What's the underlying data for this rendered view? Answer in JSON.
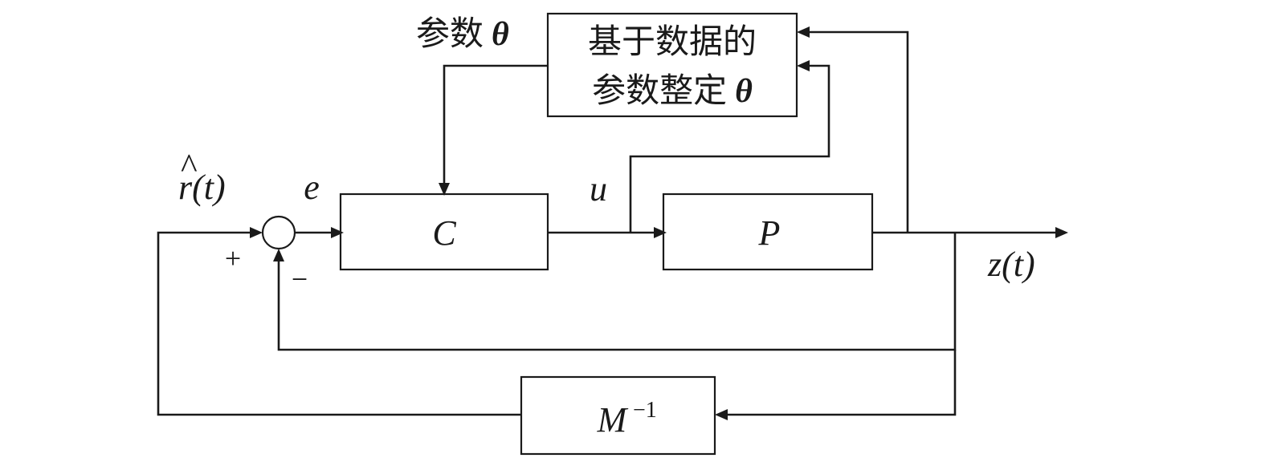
{
  "blocks": {
    "tuning": {
      "line1": "基于数据的",
      "line2_text": "参数整定",
      "line2_sym": "θ"
    },
    "controller": {
      "label": "C"
    },
    "plant": {
      "label": "P"
    },
    "model_inverse": {
      "label": "M",
      "superscript": "−1"
    }
  },
  "signals": {
    "param": {
      "text": "参数",
      "sym": "θ"
    },
    "reference": {
      "hat": "^",
      "var": "r",
      "arg": "(t)"
    },
    "error": "e",
    "control": "u",
    "output": {
      "var": "z",
      "arg": "(t)"
    }
  },
  "summing_junction": {
    "plus": "+",
    "minus": "−"
  }
}
